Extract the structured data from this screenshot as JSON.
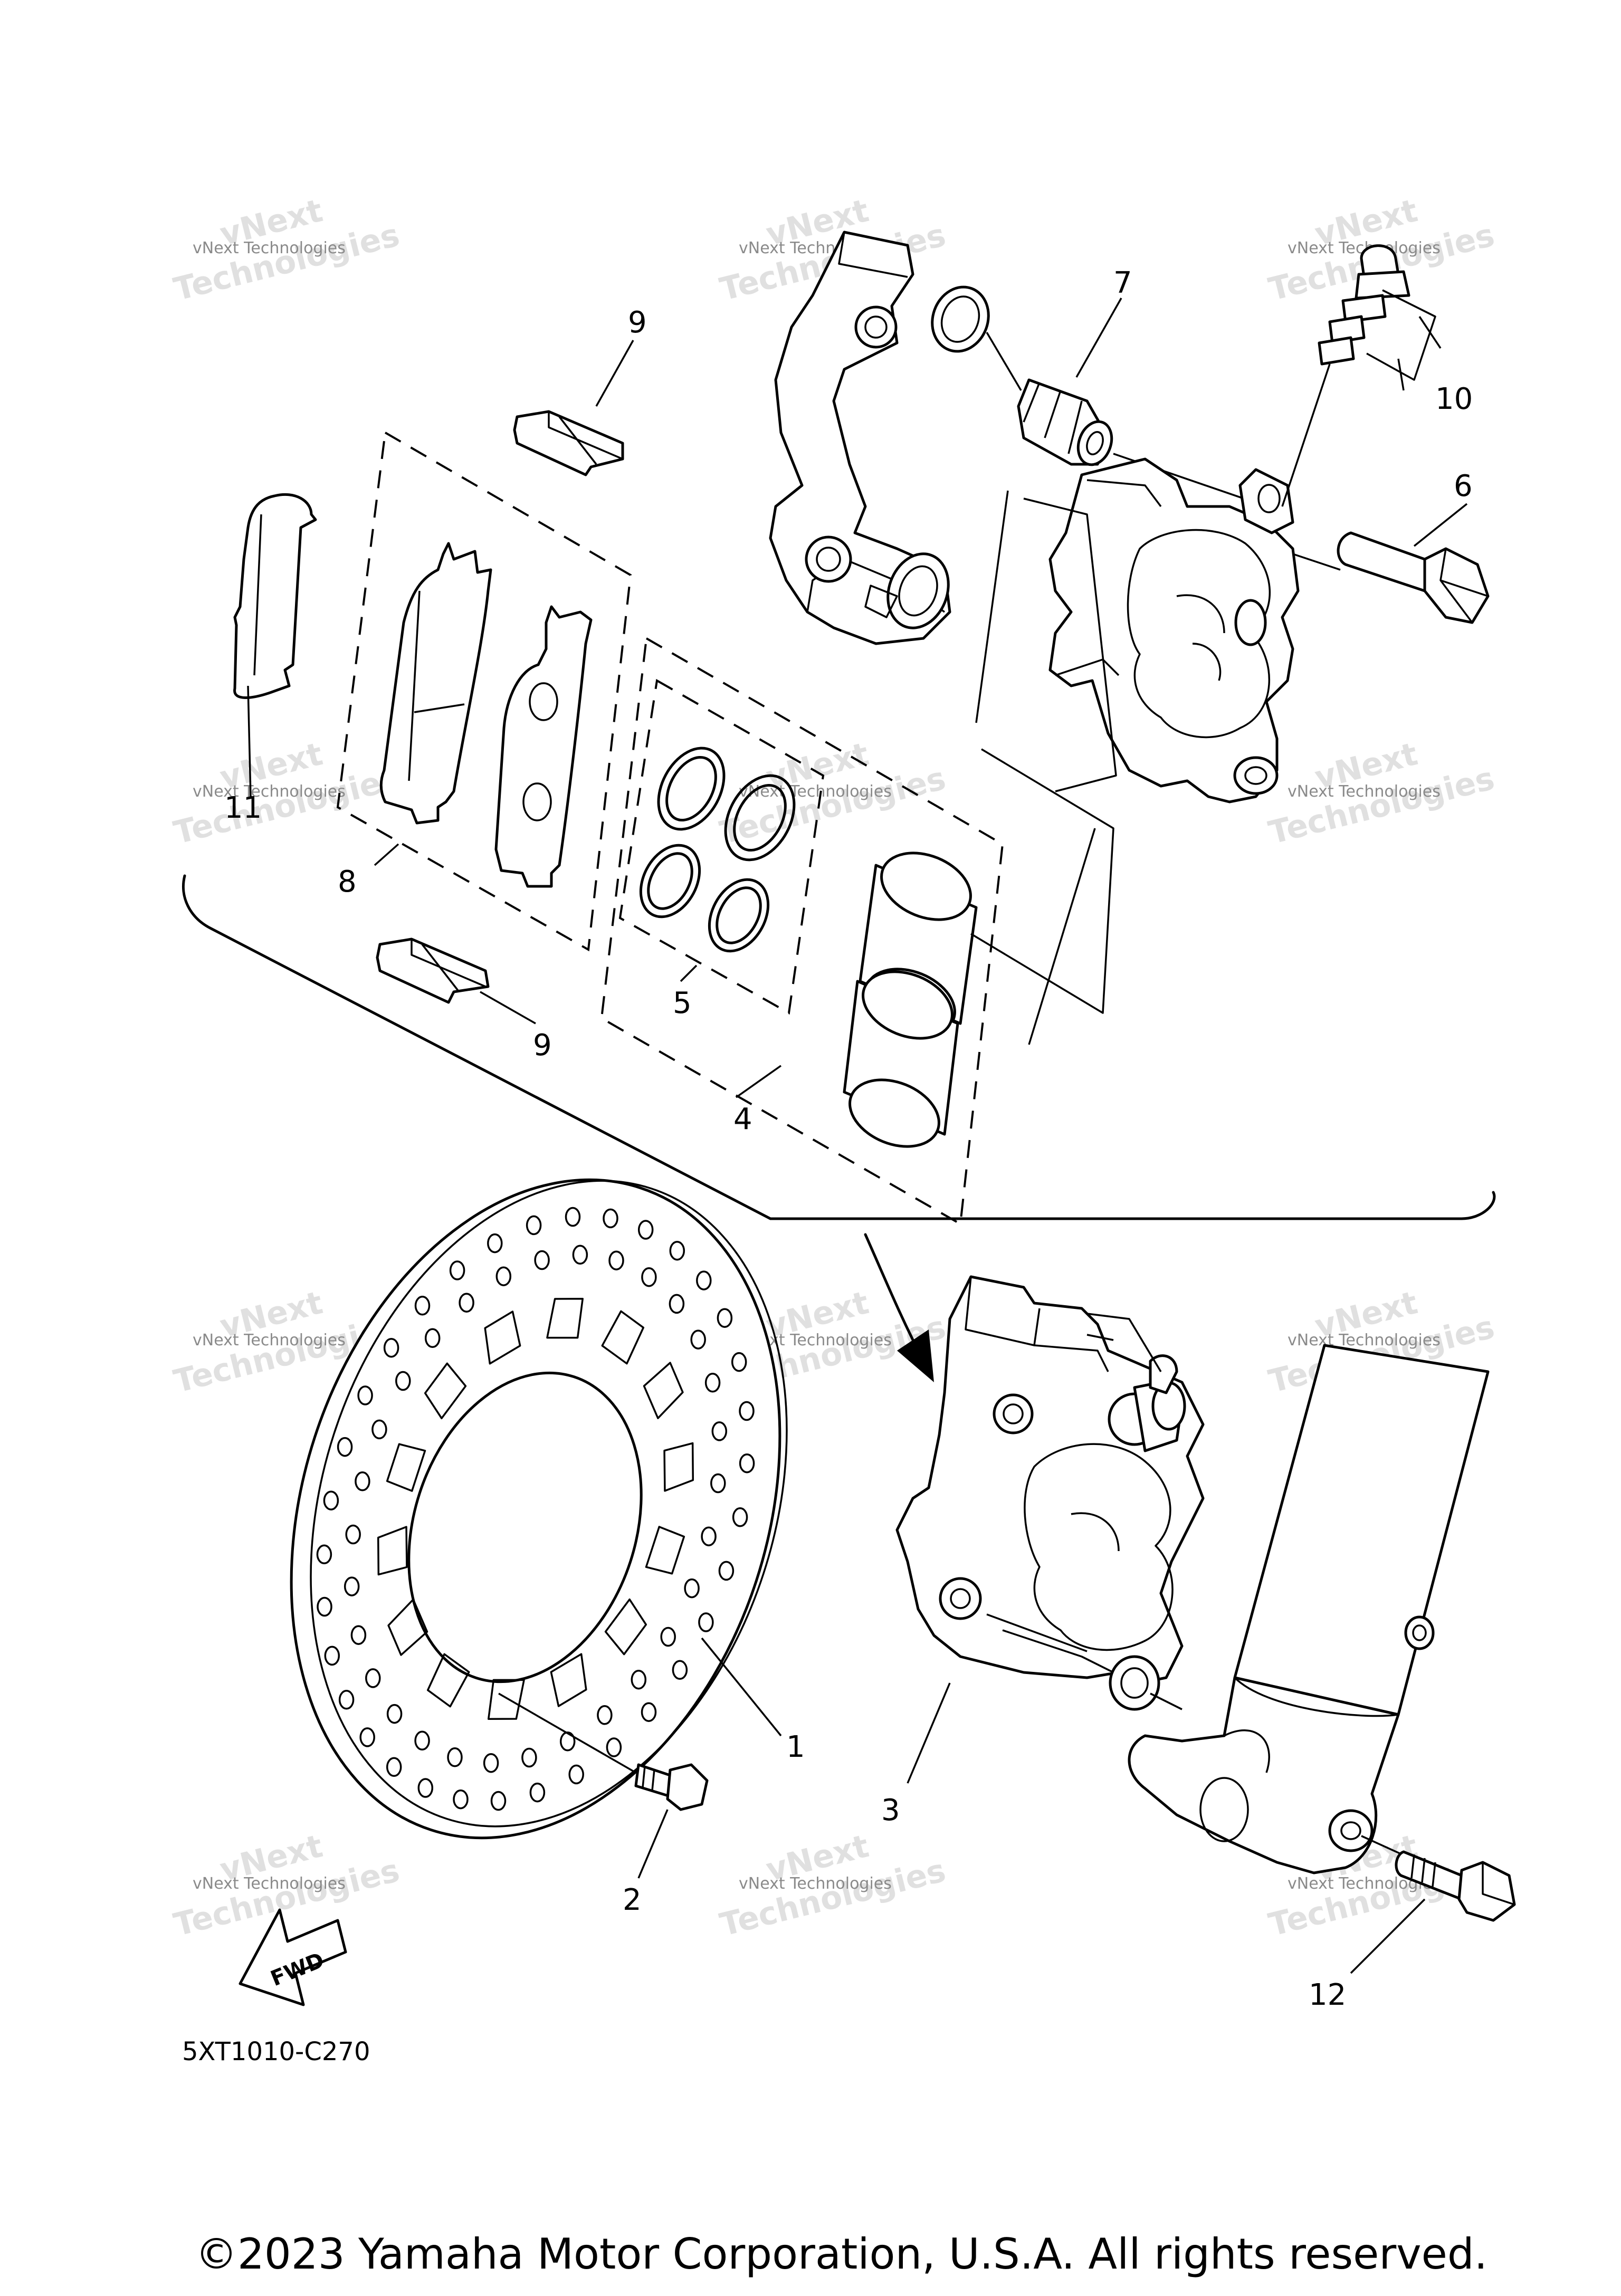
{
  "diagram": {
    "code": "5XT1010-C270",
    "copyright": "©2023 Yamaha Motor Corporation, U.S.A. All rights reserved.",
    "fwd_label": "FWD",
    "watermark": {
      "small": "vNext Technologies",
      "large_top": "vNext",
      "large_bottom": "Technologies"
    },
    "part_numbers": {
      "p1": "1",
      "p2": "2",
      "p3": "3",
      "p4": "4",
      "p5": "5",
      "p6": "6",
      "p7": "7",
      "p8": "8",
      "p9a": "9",
      "p9b": "9",
      "p10": "10",
      "p11": "11",
      "p12": "12"
    }
  }
}
